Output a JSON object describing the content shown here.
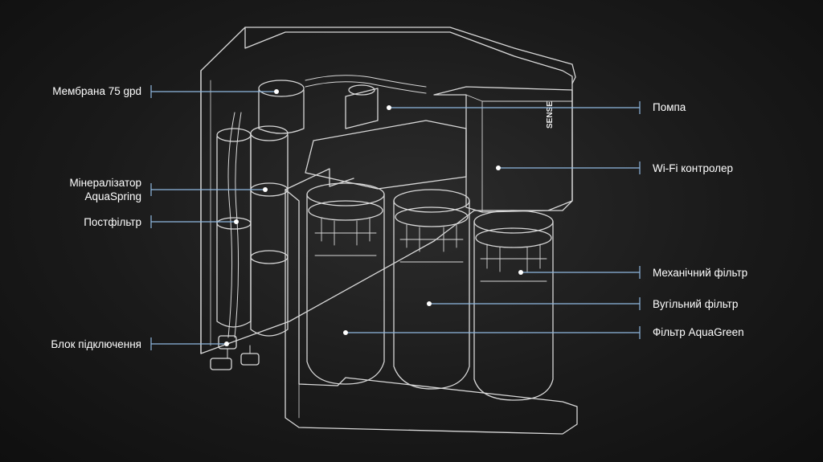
{
  "labels": {
    "membrane": "Мембрана 75 gpd",
    "mineralizer_line1": "Мінералізатор",
    "mineralizer_line2": "AquaSpring",
    "postfilter": "Постфільтр",
    "connection_block": "Блок підключення",
    "pump": "Помпа",
    "wifi_controller": "Wi-Fi контролер",
    "mechanical_filter": "Механічний фільтр",
    "carbon_filter": "Вугільний фільтр",
    "aquagreen_filter": "Фільтр AquaGreen"
  },
  "brand": {
    "logo_text": "SENSE"
  },
  "colors": {
    "background": "#1a1a1a",
    "outline": "#d8d8d8",
    "leader_line": "#8fb8e0",
    "marker_dot": "#ffffff",
    "label_text": "#ffffff"
  }
}
